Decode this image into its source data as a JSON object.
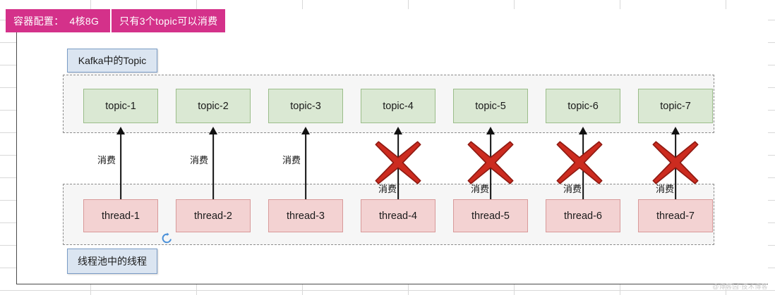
{
  "banner": {
    "config_label": "容器配置：",
    "config_value": "4核8G",
    "note": "只有3个topic可以消费"
  },
  "captions": {
    "topic_group": "Kafka中的Topic",
    "thread_group": "线程池中的线程"
  },
  "topics": [
    {
      "label": "topic-1"
    },
    {
      "label": "topic-2"
    },
    {
      "label": "topic-3"
    },
    {
      "label": "topic-4"
    },
    {
      "label": "topic-5"
    },
    {
      "label": "topic-6"
    },
    {
      "label": "topic-7"
    }
  ],
  "threads": [
    {
      "label": "thread-1"
    },
    {
      "label": "thread-2"
    },
    {
      "label": "thread-3"
    },
    {
      "label": "thread-4"
    },
    {
      "label": "thread-5"
    },
    {
      "label": "thread-6"
    },
    {
      "label": "thread-7"
    }
  ],
  "connections": [
    {
      "from": "thread-1",
      "to": "topic-1",
      "label": "消费",
      "blocked": false
    },
    {
      "from": "thread-2",
      "to": "topic-2",
      "label": "消费",
      "blocked": false
    },
    {
      "from": "thread-3",
      "to": "topic-3",
      "label": "消费",
      "blocked": false
    },
    {
      "from": "thread-4",
      "to": "topic-4",
      "label": "消费",
      "blocked": true
    },
    {
      "from": "thread-5",
      "to": "topic-5",
      "label": "消费",
      "blocked": true
    },
    {
      "from": "thread-6",
      "to": "topic-6",
      "label": "消费",
      "blocked": true
    },
    {
      "from": "thread-7",
      "to": "topic-7",
      "label": "消费",
      "blocked": true
    }
  ],
  "icons": {
    "refresh": "refresh-icon"
  },
  "watermark": "@博客园·技术博客",
  "colors": {
    "banner_bg": "#d4318a",
    "banner_text": "#ffffff",
    "topic_fill": "#dae8d3",
    "topic_border": "#9bbd8a",
    "thread_fill": "#f3d2d2",
    "thread_border": "#d89a9a",
    "caption_fill": "#dbe5f1",
    "caption_border": "#7a9cc6",
    "group_fill": "#f6f6f6",
    "group_border": "#8c8c8c",
    "x_mark": "#cc2b1f",
    "x_mark_stroke": "#8f1a12",
    "arrow": "#111111",
    "refresh_icon": "#4a90d9"
  }
}
